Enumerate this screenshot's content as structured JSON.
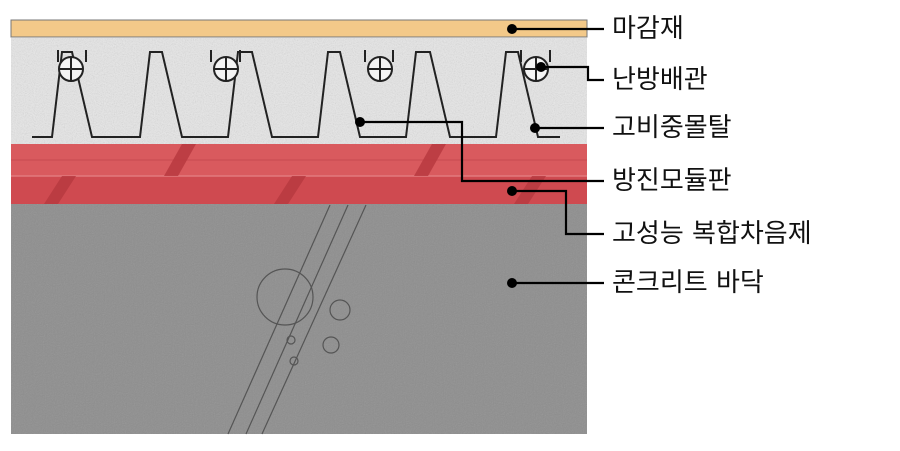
{
  "diagram": {
    "layers": [
      {
        "id": "finish",
        "label": "마감재",
        "color": "#f3c989"
      },
      {
        "id": "heating-pipe",
        "label": "난방배관",
        "color": "#e8e8e8"
      },
      {
        "id": "mortar",
        "label": "고비중몰탈",
        "color": "#e7e7e7"
      },
      {
        "id": "module-panel",
        "label": "방진모듈판",
        "color": "#d95a5e"
      },
      {
        "id": "sound-absorber",
        "label": "고성능 복합차음제",
        "color": "#cf4a50"
      },
      {
        "id": "concrete",
        "label": "콘크리트 바닥",
        "color": "#8e8e8e"
      }
    ]
  }
}
